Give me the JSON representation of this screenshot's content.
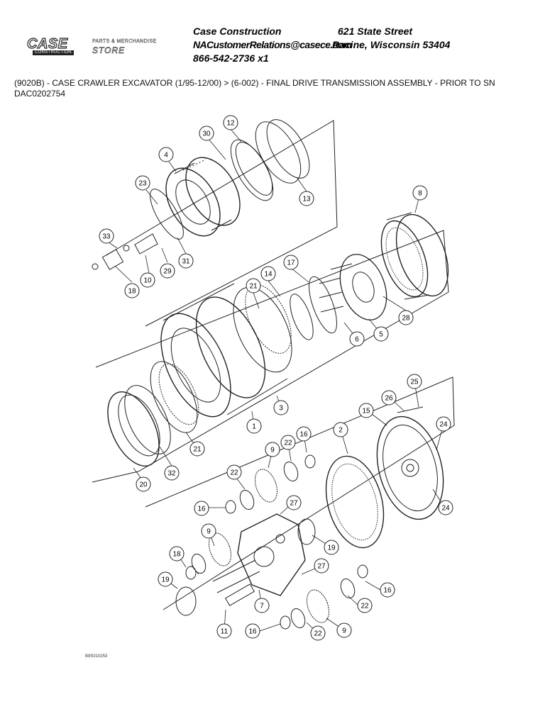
{
  "header": {
    "company": "Case Construction",
    "street": "621 State Street",
    "email": "NACustomerRelations@casece.com",
    "city": "Racine, Wisconsin 53404",
    "phone": "866-542-2736 x1"
  },
  "logo": {
    "brand": "CASE",
    "sub": "CONSTRUCTION",
    "store_line1": "PARTS & MERCHANDISE",
    "store_line2": "STORE"
  },
  "breadcrumb": "(9020B) - CASE CRAWLER EXCAVATOR (1/95-12/00) > (6-002) - FINAL DRIVE TRANSMISSION ASSEMBLY - PRIOR TO SN DAC0202754",
  "diagram": {
    "callouts": [
      "30",
      "12",
      "4",
      "23",
      "13",
      "8",
      "33",
      "10",
      "29",
      "31",
      "18",
      "14",
      "17",
      "21",
      "28",
      "6",
      "5",
      "3",
      "1",
      "21",
      "25",
      "26",
      "15",
      "24",
      "2",
      "16",
      "22",
      "9",
      "32",
      "20",
      "22",
      "16",
      "27",
      "24",
      "9",
      "19",
      "18",
      "27",
      "19",
      "16",
      "7",
      "22",
      "11",
      "16",
      "22",
      "9"
    ],
    "drawing_code": "B9S010253"
  }
}
